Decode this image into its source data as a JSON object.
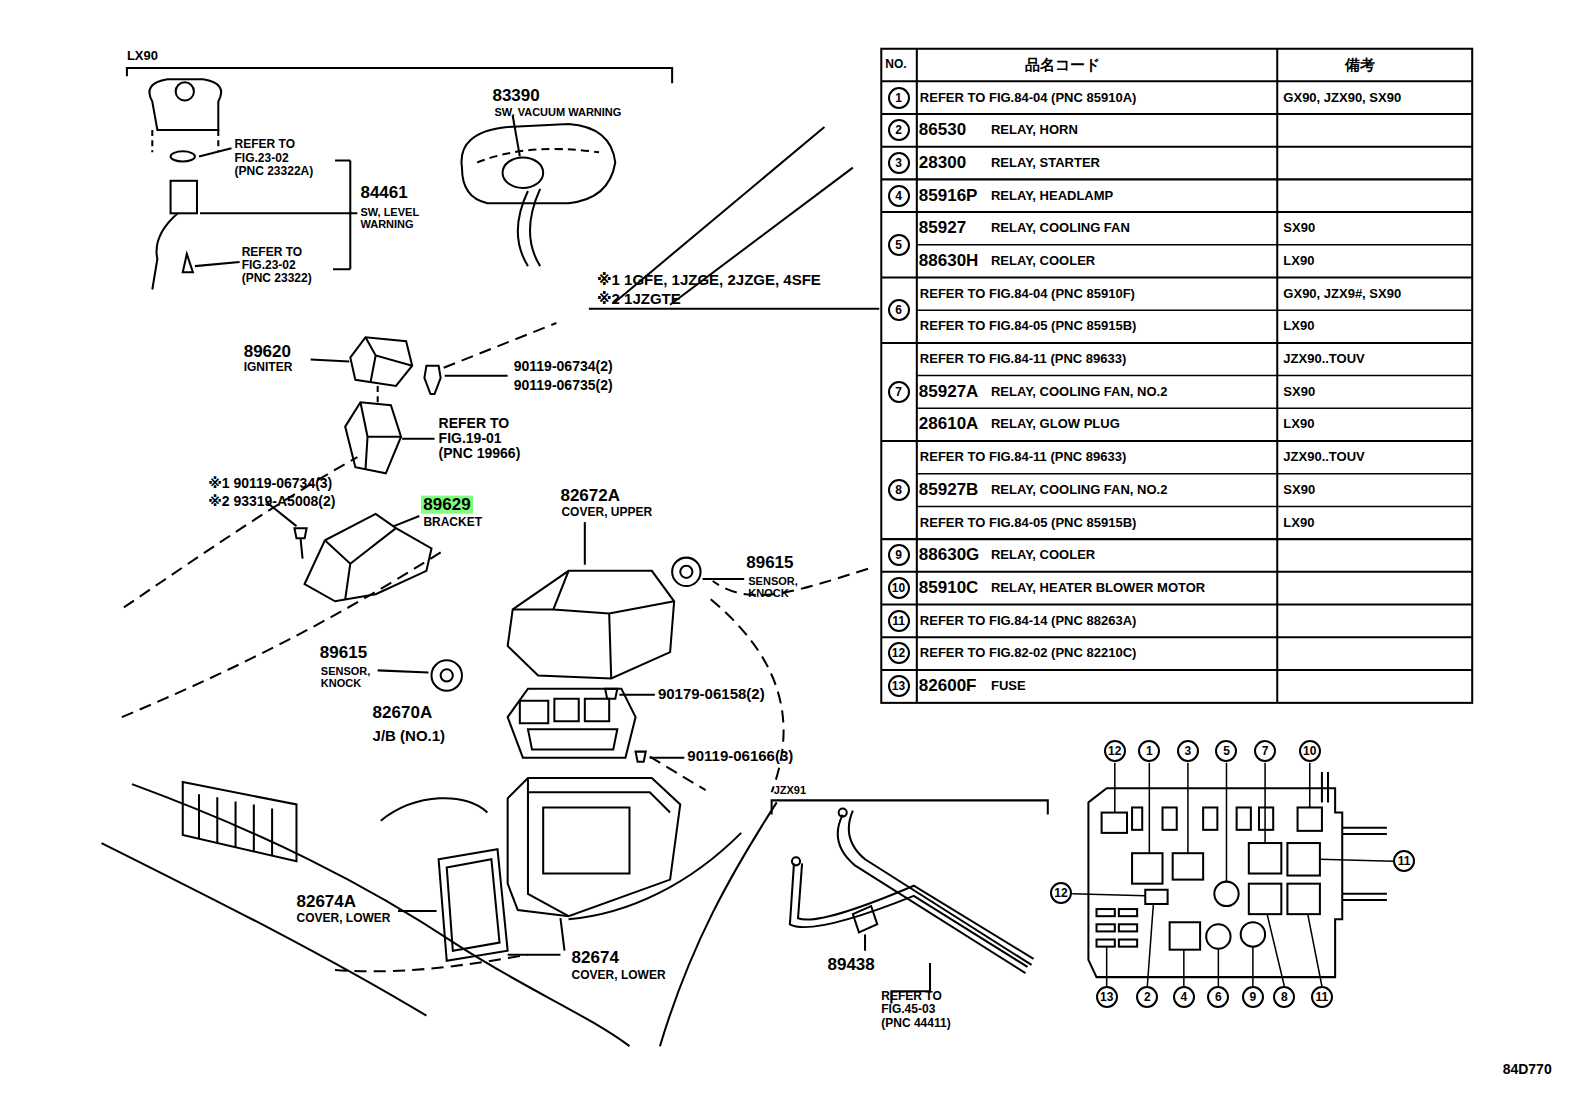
{
  "diagram": {
    "nodes": [
      {
        "text": [
          "1"
        ]
      },
      {
        "text": [
          "2"
        ]
      },
      {
        "text": [
          "3"
        ]
      },
      {
        "text": [
          "4"
        ]
      },
      {
        "text": [
          "5"
        ]
      },
      {
        "text": [
          "6"
        ]
      },
      {
        "text": [
          "7"
        ]
      },
      {
        "text": [
          "8"
        ]
      },
      {
        "text": [
          "9"
        ]
      },
      {
        "text": [
          "10"
        ]
      },
      {
        "text": [
          "11"
        ]
      },
      {
        "text": [
          "12"
        ]
      },
      {
        "text": [
          "13"
        ]
      },
      {
        "text": [
          "12"
        ]
      },
      {
        "text": [
          "1"
        ]
      },
      {
        "text": [
          "3"
        ]
      },
      {
        "text": [
          "5"
        ]
      },
      {
        "text": [
          "7"
        ]
      },
      {
        "text": [
          "10"
        ]
      },
      {
        "text": [
          "11"
        ]
      },
      {
        "text": [
          "12"
        ]
      },
      {
        "text": [
          "13"
        ]
      },
      {
        "text": [
          "2"
        ]
      },
      {
        "text": [
          "4"
        ]
      },
      {
        "text": [
          "6"
        ]
      },
      {
        "text": [
          "9"
        ]
      },
      {
        "text": [
          "8"
        ]
      },
      {
        "text": [
          "11"
        ]
      }
    ],
    "labels": [
      "LX90",
      "83390",
      "SW, VACUUM WARNING",
      "REFER TO FIG.23-02 (PNC 23322A)",
      "84461",
      "SW, LEVEL WARNING",
      "REFER TO FIG.23-02 (PNC 23322)",
      "※1 1GFE, 1JZGE, 2JZGE, 4SFE",
      "※2 1JZGTE",
      "89620",
      "IGNITER",
      "90119-06734(2)",
      "90119-06735(2)",
      "REFER TO FIG.19-01 (PNC 19966)",
      "※1 90119-06734(3)",
      "※2 93319-A5008(2)",
      "89629",
      "BRACKET",
      "82672A",
      "COVER, UPPER",
      "89615",
      "SENSOR, KNOCK",
      "89615",
      "SENSOR, KNOCK",
      "90179-06158(2)",
      "82670A",
      "J/B (NO.1)",
      "90119-06166(3)",
      "JZX91",
      "82674A",
      "COVER, LOWER",
      "82674",
      "COVER, LOWER",
      "89438",
      "REFER TO FIG.45-03 (PNC 44411)",
      "84D770",
      "NO.",
      "品名コード",
      "備考",
      "REFER TO FIG.84-04 (PNC 85910A)",
      "GX90, JZX90, SX90",
      "86530",
      "RELAY, HORN",
      "28300",
      "RELAY, STARTER",
      "85916P",
      "RELAY, HEADLAMP",
      "85927",
      "RELAY, COOLING FAN",
      "SX90",
      "88630H",
      "RELAY, COOLER",
      "LX90",
      "REFER TO FIG.84-04 (PNC 85910F)",
      "GX90, JZX9#, SX90",
      "REFER TO FIG.84-05 (PNC 85915B)",
      "LX90",
      "REFER TO FIG.84-11 (PNC 89633)",
      "JZX90..TOUV",
      "85927A",
      "RELAY, COOLING FAN, NO.2",
      "SX90",
      "28610A",
      "RELAY, GLOW PLUG",
      "LX90",
      "REFER TO FIG.84-11 (PNC 89633)",
      "JZX90..TOUV",
      "85927B",
      "RELAY, COOLING FAN, NO.2",
      "SX90",
      "REFER TO FIG.84-05 (PNC 85915B)",
      "LX90",
      "88630G",
      "RELAY, COOLER",
      "85910C",
      "RELAY, HEATER BLOWER MOTOR",
      "REFER TO FIG.84-14 (PNC 88263A)",
      "REFER TO FIG.82-02 (PNC 82210C)",
      "82600F",
      "FUSE"
    ]
  }
}
